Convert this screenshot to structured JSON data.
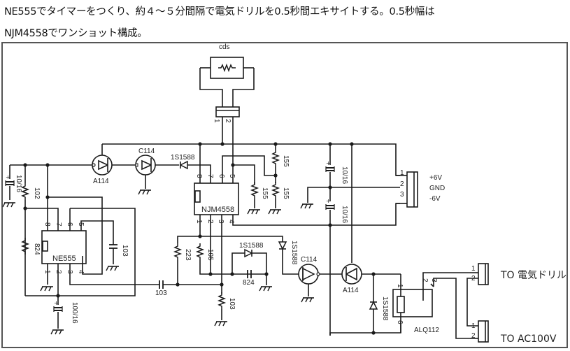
{
  "caption": {
    "line1": "NE555でタイマーをつくり、約４～５分間隔で電気ドリルを0.5秒間エキサイトする。0.5秒幅は",
    "line2": "NJM4558でワンショット構成。"
  },
  "schematic": {
    "cds": {
      "label": "cds",
      "connector_pins": [
        "1",
        "2"
      ]
    },
    "ic_timer": {
      "label": "NE555",
      "pins_top": [
        "8",
        "7",
        "6",
        "5"
      ],
      "pins_bottom": [
        "1",
        "2",
        "3",
        "4"
      ]
    },
    "ic_opamp": {
      "label": "NJM4558",
      "pins_top": [
        "8",
        "7",
        "6",
        "5"
      ],
      "pins_bottom": [
        "1",
        "2",
        "3",
        "4"
      ]
    },
    "transistors": {
      "q1": "A114",
      "q2": "C114",
      "q3": "C114",
      "q4": "A114"
    },
    "diodes": {
      "d1": "1S1588",
      "d2": "1S1588",
      "d3": "1S1588",
      "d4": "1S1588"
    },
    "resistors": {
      "r_102": "102",
      "r_824": "824",
      "r_223": "223",
      "r_105": "105",
      "r_103": "103",
      "r_155a": "155",
      "r_155b": "155",
      "r_155c": "155"
    },
    "capacitors": {
      "c_1016_left": "10/16",
      "c_103_ne": "103",
      "c_103_couple": "103",
      "c_824": "824",
      "c_10016": "100/16",
      "c_1016_top": "10/16",
      "c_1016_bot": "10/16"
    },
    "power_connector": {
      "pins": [
        "1",
        "2",
        "3"
      ],
      "labels": [
        "+6V",
        "GND",
        "-6V"
      ]
    },
    "relay": {
      "label": "ALQ112",
      "pins": [
        "1",
        "6",
        "2",
        "3"
      ]
    },
    "output_connectors": [
      {
        "pins": [
          "1",
          "2"
        ],
        "label": "TO 電気ドリル"
      },
      {
        "pins": [
          "1",
          "2"
        ],
        "label": "TO AC100V"
      }
    ]
  }
}
